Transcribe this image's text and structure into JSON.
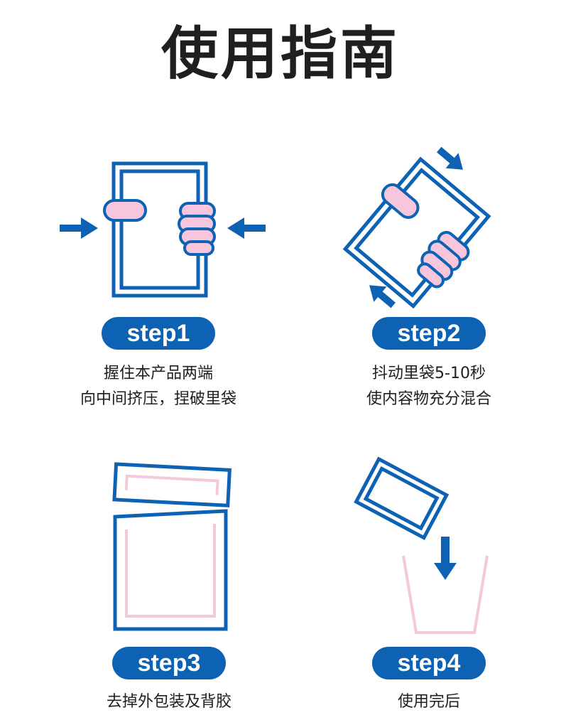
{
  "page": {
    "title": "使用指南"
  },
  "steps": [
    {
      "label": "step1",
      "lines": [
        "握住本产品两端",
        "向中间挤压，捏破里袋"
      ]
    },
    {
      "label": "step2",
      "lines": [
        "抖动里袋5-10秒",
        "使内容物充分混合"
      ]
    },
    {
      "label": "step3",
      "lines": [
        "去掉外包装及背胶"
      ]
    },
    {
      "label": "step4",
      "lines": [
        "使用完后"
      ]
    }
  ],
  "colors": {
    "primary_blue": "#0e62b3",
    "finger_pink": "#f7c6dc",
    "inner_pink": "#f5c9dc",
    "text_dark": "#1f1f1f"
  },
  "icons": [
    "squeeze-pack-icon",
    "shake-pack-icon",
    "peel-pack-icon",
    "pour-pack-icon",
    "arrow-icon"
  ]
}
